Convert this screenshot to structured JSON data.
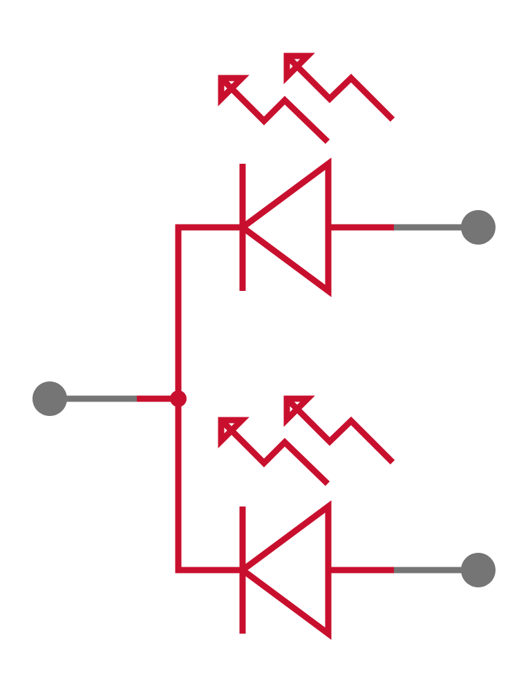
{
  "diagram": {
    "kind": "schematic-symbol",
    "description_visible_text": "",
    "colors": {
      "symbol": "#c8102e",
      "pin": "#757575",
      "background": "#ffffff"
    },
    "components": [
      {
        "name": "photodiode-top",
        "type": "photodiode",
        "emission": "received-light"
      },
      {
        "name": "photodiode-bottom",
        "type": "photodiode",
        "emission": "received-light"
      }
    ],
    "pins": [
      {
        "name": "common-pin"
      },
      {
        "name": "top-output-pin"
      },
      {
        "name": "bottom-output-pin"
      }
    ],
    "icons": [
      "photodiode-icon",
      "light-arrow-icon",
      "pin-terminal-icon",
      "junction-dot-icon"
    ]
  }
}
